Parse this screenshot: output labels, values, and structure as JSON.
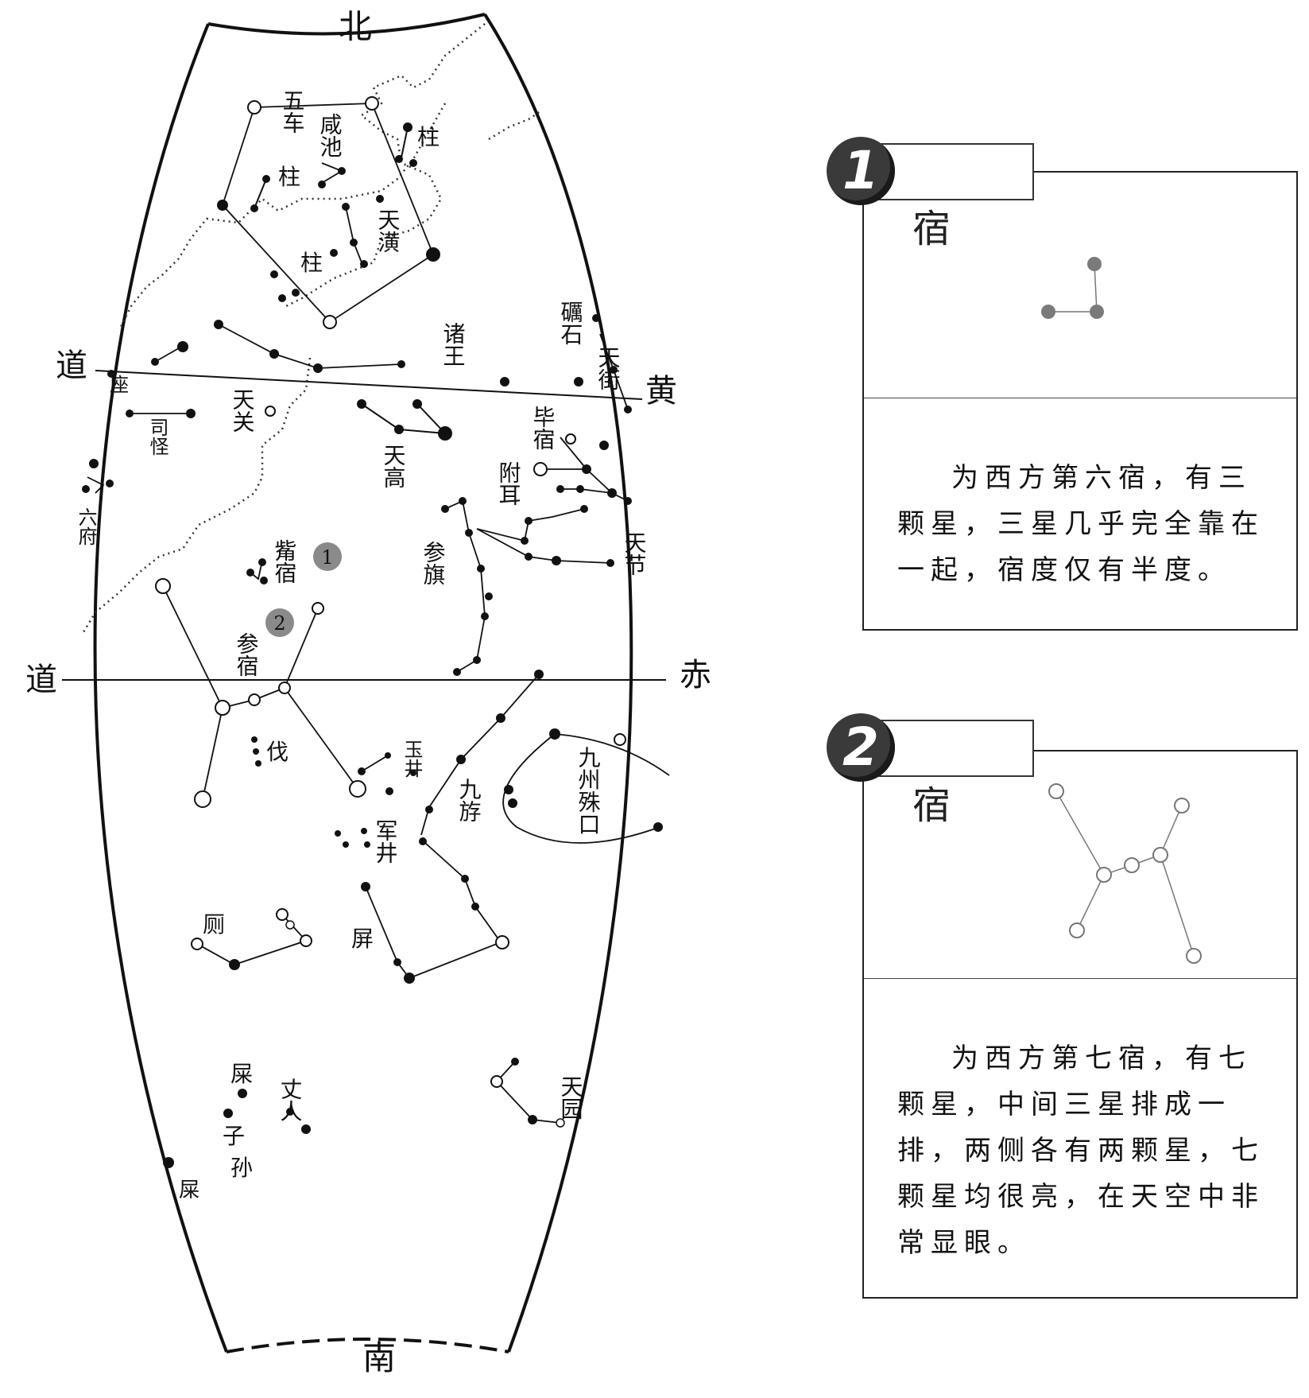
{
  "directions": {
    "north": "北",
    "south": "南",
    "dao_left_upper": "道",
    "dao_left_lower": "道",
    "huang_right": "黄",
    "chi_right": "赤"
  },
  "constellation_labels": {
    "wuche": "五车",
    "xianchi": "咸池",
    "zhu_left": "柱",
    "zhu_right": "柱",
    "zhu_lower": "柱",
    "tianhuang": "天潢",
    "zhuwang": "诸王",
    "li_shi": "礪石",
    "tianjie": "天街",
    "zuo": "座",
    "siguai": "司怪",
    "tianguan": "天关",
    "tiangao": "天高",
    "bixiu": "毕宿",
    "fuer": "附耳",
    "liufu": "六府",
    "zuixiu": "觜宿",
    "canqi": "参旗",
    "tianjie2": "天节",
    "canxiu": "参宿",
    "fa": "伐",
    "yujing": "玉井",
    "jiuyou": "九斿",
    "jiuzhou": "九州殊口",
    "junjing": "军井",
    "ce": "厕",
    "ping": "屏",
    "shi": "屎",
    "zhangren": "丈人",
    "zi": "子",
    "sun": "孙",
    "tianyuan": "天园"
  },
  "markers": {
    "m1": "1",
    "m2": "2"
  },
  "panel1": {
    "number": "1",
    "title": "觜宿",
    "description": "为西方第六宿，有三颗星，三星几乎完全靠在一起，宿度仅有半度。"
  },
  "panel2": {
    "number": "2",
    "title": "参宿",
    "description": "为西方第七宿，有七颗星，中间三星排成一排，两侧各有两颗星，七颗星均很亮，在天空中非常显眼。"
  },
  "colors": {
    "ink": "#111111",
    "badge": "#3a3a3a",
    "marker": "#8a8a8a"
  }
}
